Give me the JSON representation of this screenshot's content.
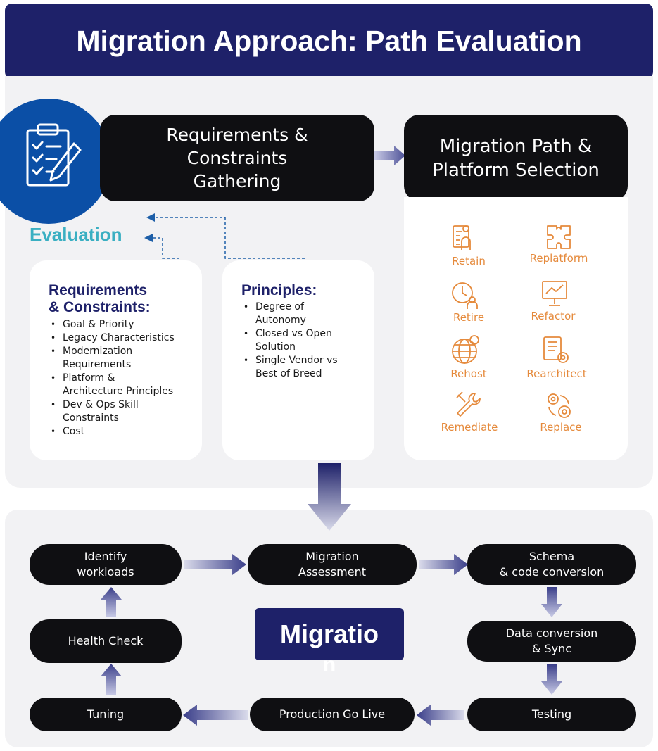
{
  "title": "Migration Approach: Path Evaluation",
  "requirements_box": [
    "Requirements &",
    "Constraints",
    "Gathering"
  ],
  "migration_path_box": [
    "Migration Path &",
    "Platform Selection"
  ],
  "evaluation_label": "Evaluation",
  "requirements_card": {
    "heading": [
      "Requirements",
      "& Constraints:"
    ],
    "items": [
      [
        "Goal & Priority"
      ],
      [
        "Legacy Characteristics"
      ],
      [
        "Modernization",
        "Requirements"
      ],
      [
        "Platform &",
        "Architecture Principles"
      ],
      [
        "Dev & Ops Skill",
        "Constraints"
      ],
      [
        "Cost"
      ]
    ]
  },
  "principles_card": {
    "heading": "Principles:",
    "items": [
      [
        "Degree of",
        "Autonomy"
      ],
      [
        "Closed vs Open",
        "Solution"
      ],
      [
        "Single Vendor vs",
        "Best of Breed"
      ]
    ]
  },
  "options": [
    {
      "label": "Retain",
      "icon": "retain-icon"
    },
    {
      "label": "Replatform",
      "icon": "replatform-icon"
    },
    {
      "label": "Retire",
      "icon": "retire-icon"
    },
    {
      "label": "Refactor",
      "icon": "refactor-icon"
    },
    {
      "label": "Rehost",
      "icon": "rehost-icon"
    },
    {
      "label": "Rearchitect",
      "icon": "rearchitect-icon"
    },
    {
      "label": "Remediate",
      "icon": "remediate-icon"
    },
    {
      "label": "Replace",
      "icon": "replace-icon"
    }
  ],
  "cycle": {
    "identify": [
      "Identify",
      "workloads"
    ],
    "assessment": [
      "Migration",
      "Assessment"
    ],
    "schema": [
      "Schema",
      "& code conversion"
    ],
    "data_conversion": [
      "Data conversion",
      "& Sync"
    ],
    "testing": [
      "Testing"
    ],
    "go_live": [
      "Production Go Live"
    ],
    "tuning": [
      "Tuning"
    ],
    "health_check": [
      "Health Check"
    ]
  },
  "center_label_line1": "Migratio",
  "center_label_line2": "n",
  "colors": {
    "navy": "#1e2169",
    "blue": "#0b4fa6",
    "teal": "#3aafc2",
    "orange": "#e58a3c",
    "black": "#0f0f12",
    "panel": "#f2f2f4"
  }
}
